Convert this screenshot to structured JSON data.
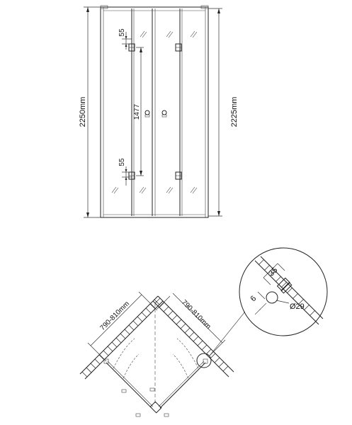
{
  "front_view": {
    "overall_height_label": "2250mm",
    "panel_height_label": "2225mm",
    "hinge_spacing_label": "1477",
    "top_hinge_offset_label": "55",
    "bottom_hinge_offset_label": "55"
  },
  "plan_view": {
    "left_wall_range_label": "790-810mm",
    "right_wall_range_label": "790-810mm"
  },
  "detail_view": {
    "profile_width_label": "35",
    "gap_label": "6",
    "diameter_label": "Ø29"
  }
}
